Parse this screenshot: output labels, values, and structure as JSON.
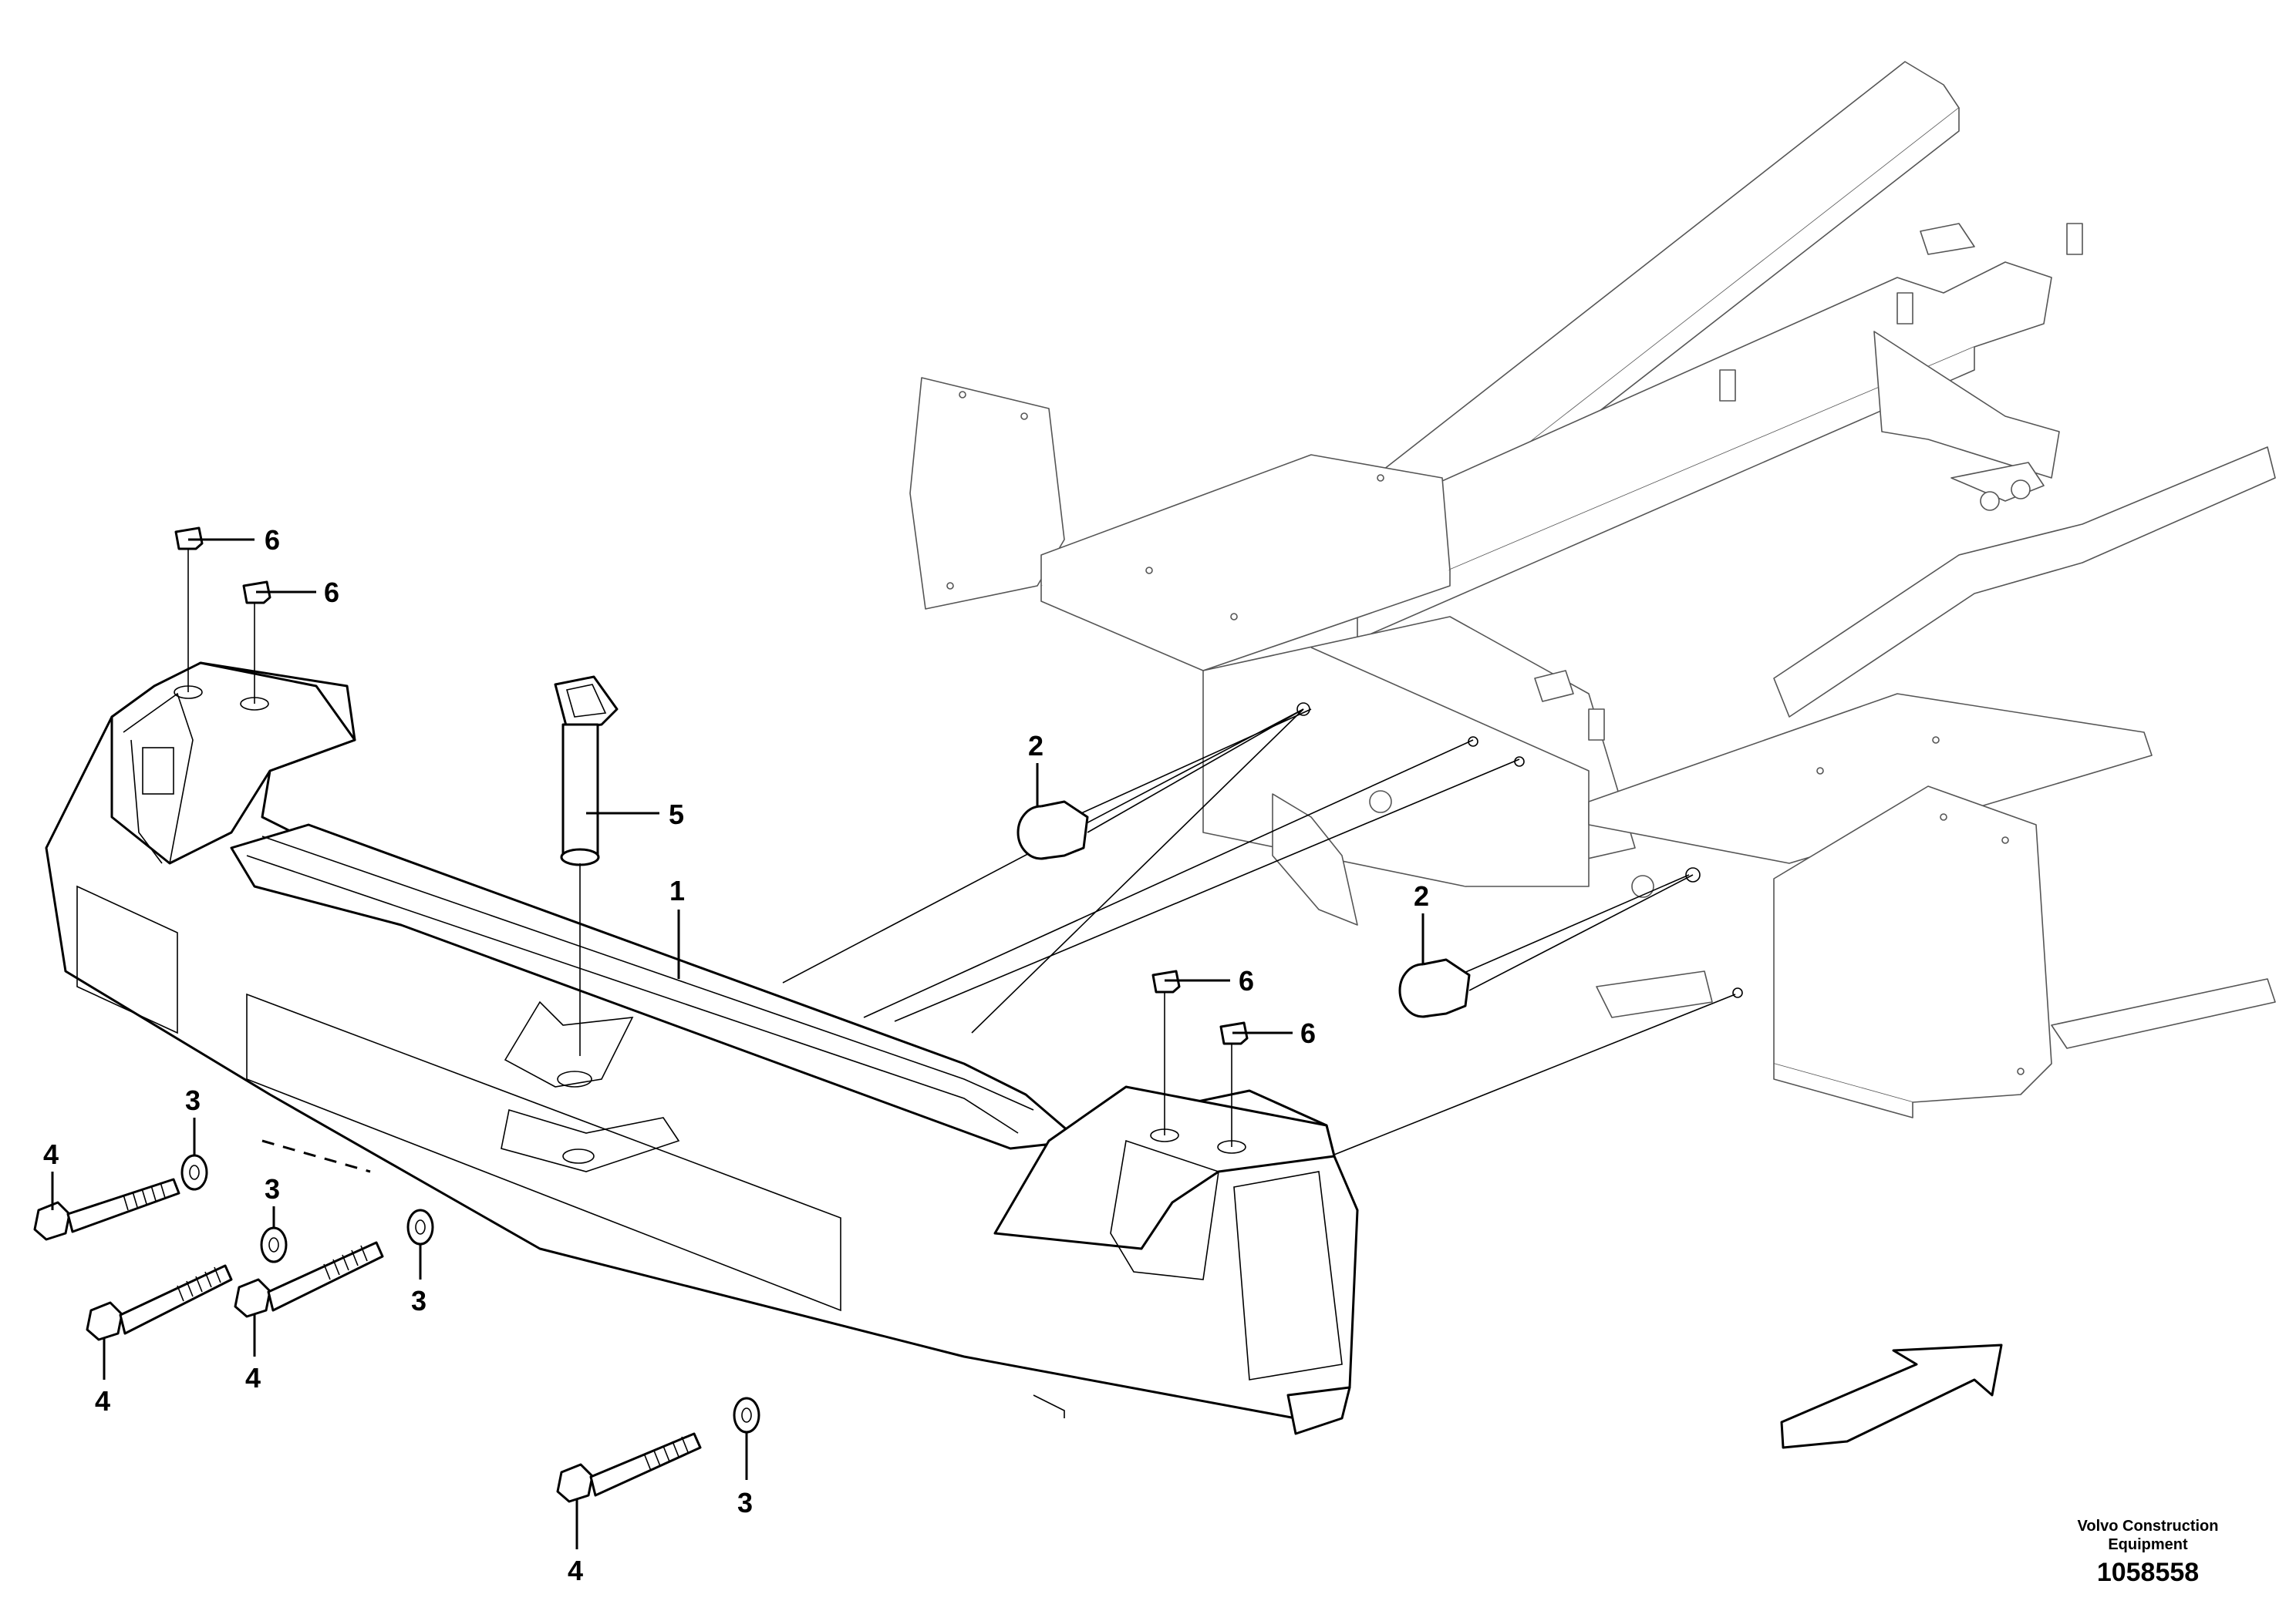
{
  "diagram": {
    "callouts": {
      "c1": "1",
      "c2a": "2",
      "c2b": "2",
      "c3a": "3",
      "c3b": "3",
      "c3c": "3",
      "c3d": "3",
      "c4a": "4",
      "c4b": "4",
      "c4c": "4",
      "c4d": "4",
      "c5": "5",
      "c6a": "6",
      "c6b": "6",
      "c6c": "6",
      "c6d": "6"
    },
    "brand_line_1": "Volvo Construction",
    "brand_line_2": "Equipment",
    "drawing_number": "1058558"
  }
}
